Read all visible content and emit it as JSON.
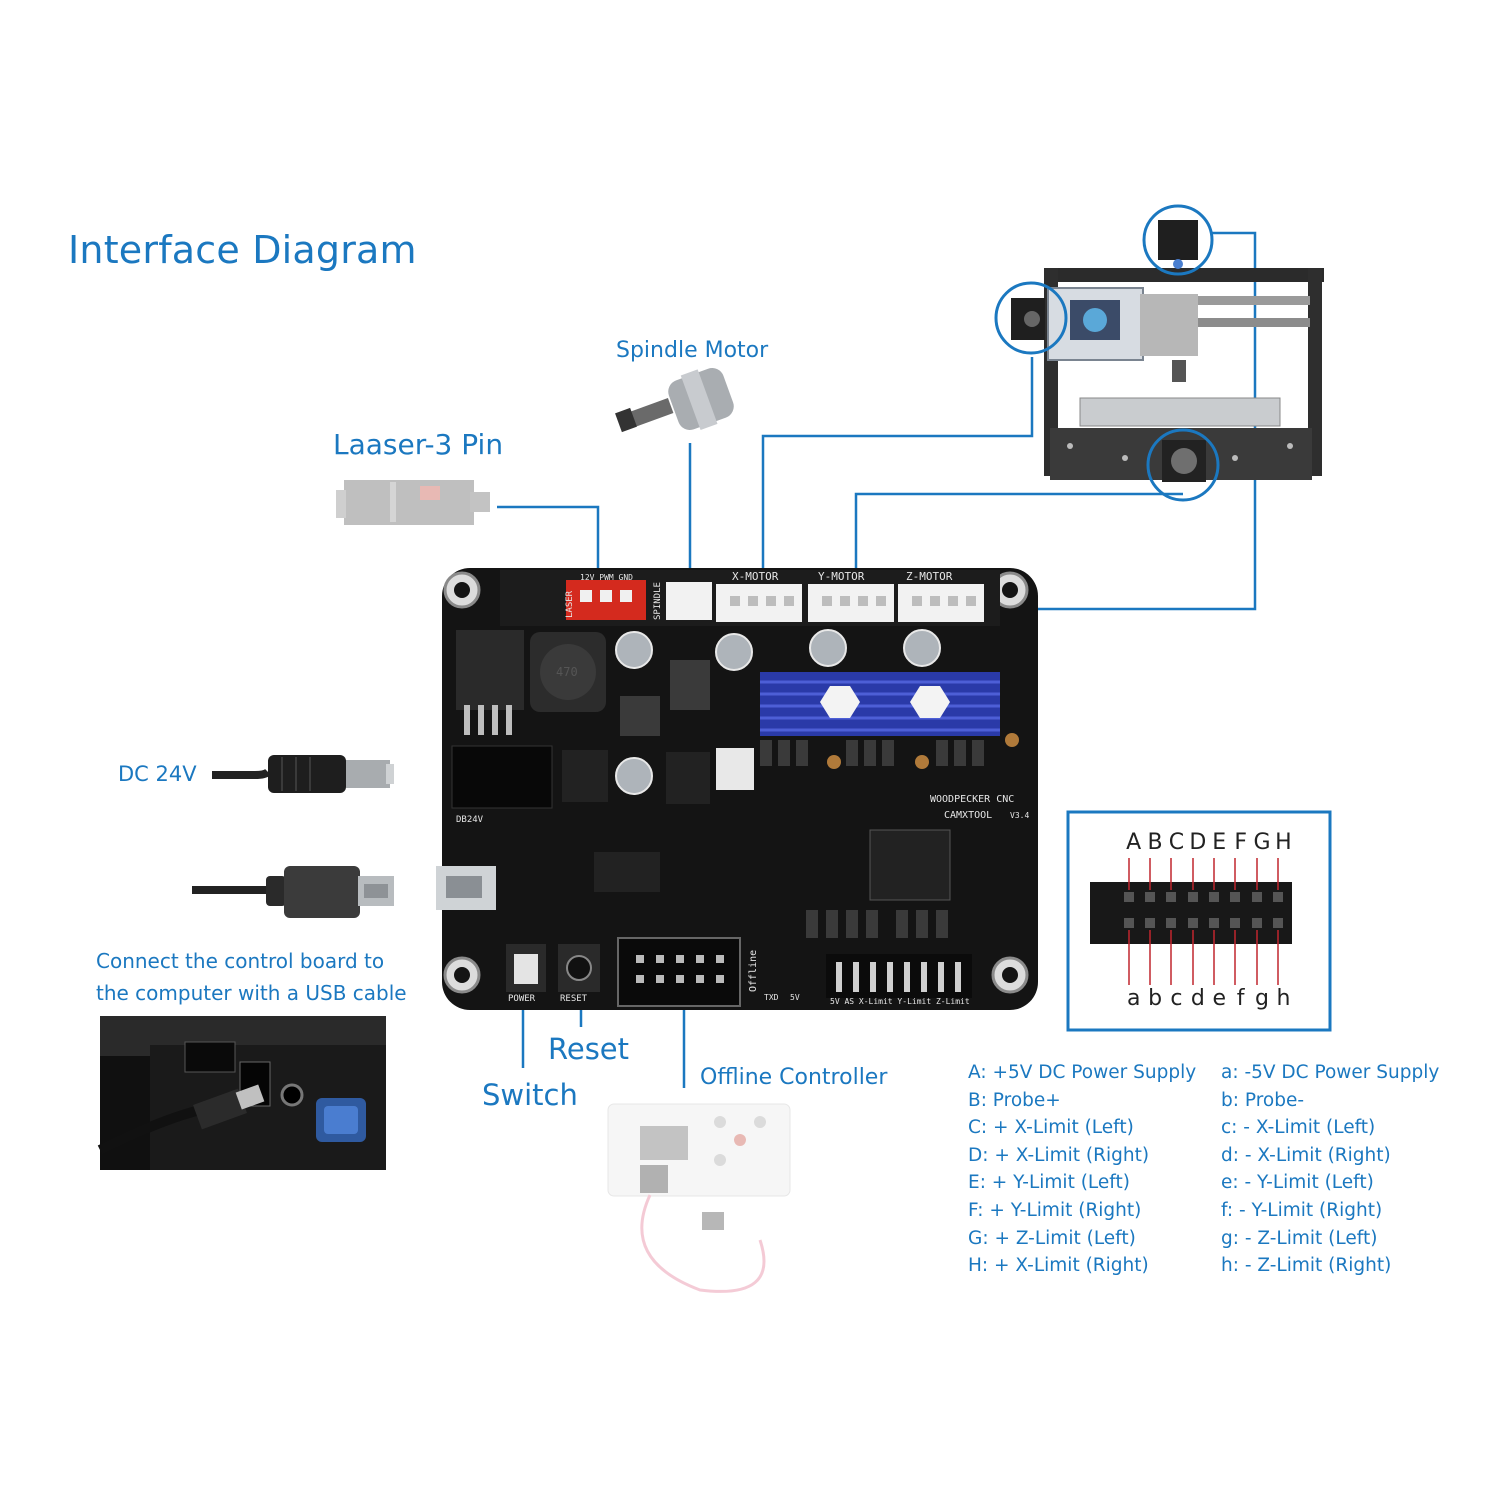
{
  "title": "Interface Diagram",
  "labels": {
    "spindle_motor": "Spindle Motor",
    "laser": "Laaser-3 Pin",
    "dc": "DC 24V",
    "usb_line1": "Connect the control board to",
    "usb_line2": "the computer with a USB cable",
    "reset": "Reset",
    "switch": "Switch",
    "offline": "Offline Controller"
  },
  "board": {
    "brand": "WOODPECKER CNC",
    "model": "CAMXTOOL",
    "version": "V3.4",
    "x_motor": "X-MOTOR",
    "y_motor": "Y-MOTOR",
    "z_motor": "Z-MOTOR",
    "laser_header": "LASER",
    "spindle_header": "SPINDLE",
    "laser_pins": "12V PWM GND",
    "power_btn": "POWER",
    "reset_btn": "RESET",
    "offline_port": "Offline",
    "txd": "TXD",
    "v5": "5V",
    "limit_labels": "5V AS X-Limit Y-Limit Z-Limit",
    "db24": "DB24V",
    "inductor": "470"
  },
  "pinout": {
    "upper": [
      "A",
      "B",
      "C",
      "D",
      "E",
      "F",
      "G",
      "H"
    ],
    "lower": [
      "a",
      "b",
      "c",
      "d",
      "e",
      "f",
      "g",
      "h"
    ]
  },
  "legend_upper": [
    "A: +5V DC Power Supply",
    "B:  Probe+",
    "C:  +  X-Limit  (Left)",
    "D:  +  X-Limit (Right)",
    "E:  +  Y-Limit  (Left)",
    "F:  +  Y-Limit (Right)",
    "G:  +  Z-Limit  (Left)",
    "H:  +  X-Limit (Right)"
  ],
  "legend_lower": [
    "a:  -5V DC Power Supply",
    "b:  Probe-",
    "c:  -  X-Limit  (Left)",
    "d:  -  X-Limit (Right)",
    "e:  -  Y-Limit  (Left)",
    "f:  -  Y-Limit (Right)",
    "g:  -  Z-Limit  (Left)",
    "h:  -  Z-Limit (Right)"
  ],
  "colors": {
    "accent": "#1b78c0",
    "board": "#141414",
    "heatsink": "#2a3aa8",
    "laser_connector": "#d42a1e"
  }
}
